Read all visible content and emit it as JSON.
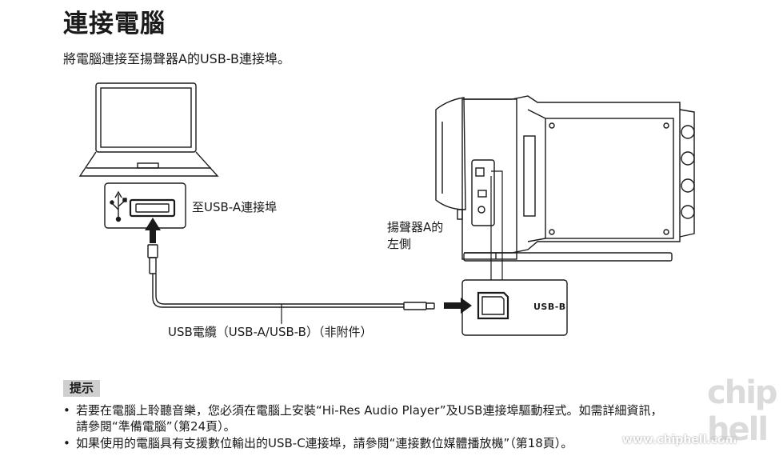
{
  "title": "連接電腦",
  "subtitle": "將電腦連接至揚聲器A的USB-B連接埠。",
  "figure": {
    "label_usb_a": "至USB-A連接埠",
    "label_speaker": "揚聲器A的",
    "label_speaker_2": "左側",
    "label_usb_b": "USB-B",
    "label_cable": "USB電纜（USB-A/USB-B）（非附件）"
  },
  "tips": {
    "heading": "提示",
    "tip1_line1": "若要在電腦上聆聽音樂，您必須在電腦上安裝“Hi-Res Audio Player”及USB連接埠驅動程式。如需詳細資訊，",
    "tip1_line2": "請參閱“準備電腦”（第24頁）。",
    "tip2": "如果使用的電腦具有支援數位輸出的USB-C連接埠，請參閱“連接數位媒體播放機”（第18頁）。"
  },
  "watermark": {
    "url": "www.chiphell.com",
    "logo": "chip hell"
  }
}
